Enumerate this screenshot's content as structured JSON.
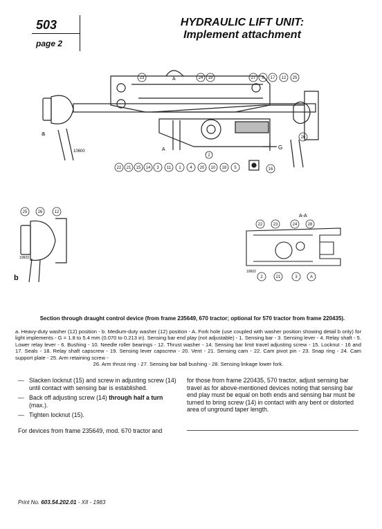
{
  "header": {
    "number": "503",
    "page": "page 2",
    "title_line1": "HYDRAULIC LIFT UNIT:",
    "title_line2": "Implement attachment"
  },
  "figure_main": {
    "label_a": "a",
    "plate_number": "10600",
    "section_mark": "A",
    "dim_g": "G",
    "top_callouts": [
      "23",
      "24",
      "19",
      "27",
      "6",
      "17",
      "12",
      "25"
    ],
    "bottom_callouts": [
      "22",
      "21",
      "15",
      "14",
      "3",
      "11",
      "1",
      "4",
      "20",
      "10",
      "18",
      "5",
      "16"
    ],
    "right_callout": "26",
    "callout_2": "2"
  },
  "figure_b": {
    "letter": "b",
    "plate_number": "10603",
    "callouts": [
      "25",
      "26",
      "12"
    ]
  },
  "figure_aa": {
    "title": "A-A",
    "plate_number": "10602",
    "top_callouts": [
      "22",
      "23",
      "24",
      "28"
    ],
    "bottom_callouts": [
      "2",
      "21",
      "3",
      "A"
    ]
  },
  "caption": "Section through draught control device (from frame 235649, 670 tractor; optional for 570 tractor from frame 220435).",
  "legend": {
    "body": "a. Heavy-duty washer (12) position - b. Medium-duty washer (12) position - A. Fork hole (use coupled with washer position showing detail b only) for light implements - G = 1.8 to 5.4 mm (0.070 to 0.213 in). Sensing bar end play (not adjustable) - 1. Sensing bar - 3. Sensing lever - 4. Relay shaft - 5. Lower relay lever - 6. Bushing - 10. Needle roller bearings - 12. Thrust washer - 14. Sensing bar limit travel adjusting screw - 15. Locknut - 16 and 17. Seals - 18. Relay shaft capscrew - 19. Sensing lever capscrew - 20. Vent - 21. Sensing cam - 22. Cam pivot pin - 23. Snap ring - 24. Cam support plate - 25. Arm retaining screw -",
    "last": "26. Arm thrust ring - 27. Sensing bar ball bushing - 28. Sensing linkage lower fork."
  },
  "instructions": {
    "items": [
      {
        "pre": "Slacken locknut (15) and screw in adjusting screw (14) until contact with sensing bar is established.",
        "bold": "",
        "post": ""
      },
      {
        "pre": "Back off adjusting screw (14) ",
        "bold": "through half a turn",
        "post": " (max.)."
      },
      {
        "pre": "Tighten locknut (15).",
        "bold": "",
        "post": ""
      }
    ],
    "dash": "—",
    "para_left": "For devices from frame 235649, mod. 670 tractor and",
    "para_right": "for those from frame 220435, 570 tractor, adjust sensing bar travel as for above-mentioned devices noting that sensing bar end play must be equal on both ends and sensing bar must be turned to bring screw (14) in contact with any bent or distorted area of unground taper length."
  },
  "footer": {
    "prefix": "Print No. ",
    "number": "603.54.202.01",
    "suffix": " - XII - 1983"
  }
}
